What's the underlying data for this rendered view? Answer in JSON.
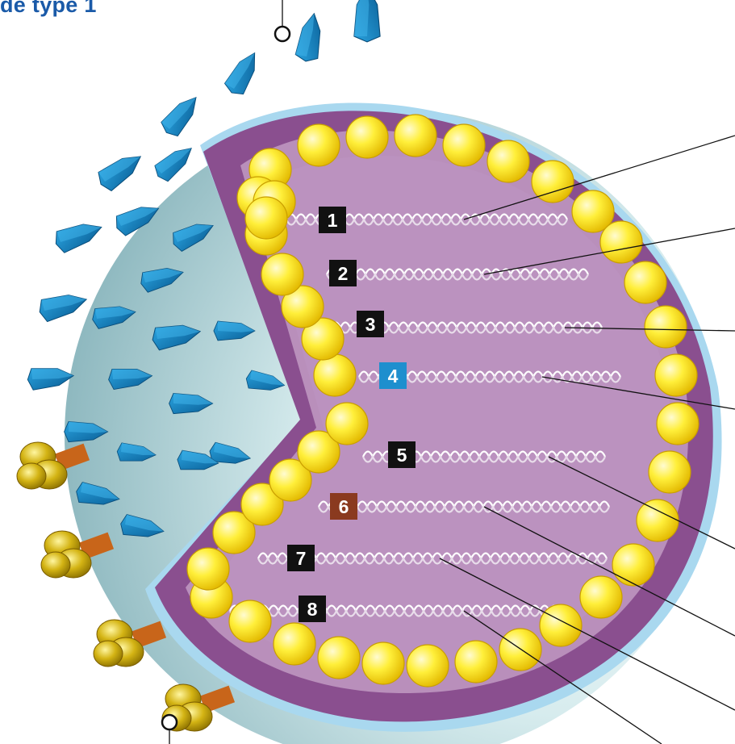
{
  "header": {
    "title_fragment": "de type 1"
  },
  "colors": {
    "title": "#1a5aa8",
    "envelope_outer": "#8a4f8f",
    "envelope_inner": "#b98fbb",
    "membrane_edge": "#a9d8ef",
    "matrix_sphere": "#f6e312",
    "spike": "#1177b3",
    "receptor": "#c9a80e",
    "label_default": "#111111",
    "label_4": "#1e8fce",
    "label_6": "#8a3a1f"
  },
  "segments": [
    {
      "label": "1",
      "color": "#111111"
    },
    {
      "label": "2",
      "color": "#111111"
    },
    {
      "label": "3",
      "color": "#111111"
    },
    {
      "label": "4",
      "color": "#1e8fce"
    },
    {
      "label": "5",
      "color": "#111111"
    },
    {
      "label": "6",
      "color": "#8a3a1f"
    },
    {
      "label": "7",
      "color": "#111111"
    },
    {
      "label": "8",
      "color": "#111111"
    }
  ],
  "icons": [
    "spike-protein-icon",
    "receptor-protein-icon",
    "matrix-sphere-icon",
    "callout-pin-icon"
  ]
}
